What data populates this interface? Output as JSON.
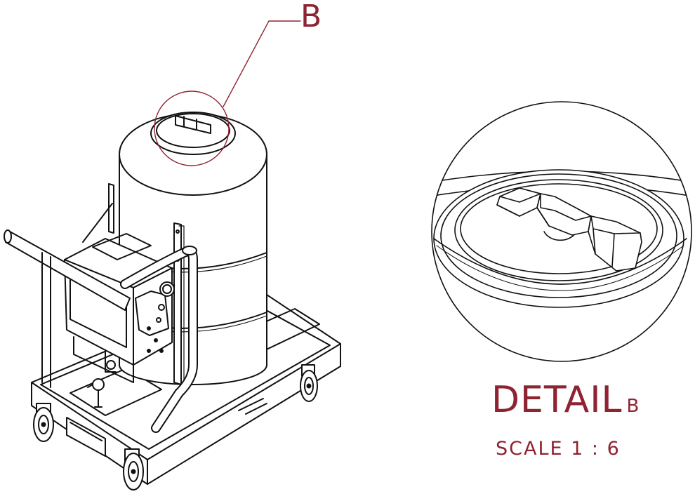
{
  "callout": {
    "label": "B"
  },
  "detail": {
    "title": "DETAIL",
    "id": "B",
    "scale": "SCALE 1 : 6"
  },
  "colors": {
    "annotation": "#8e2331",
    "line": "#111111",
    "background": "#ffffff"
  }
}
